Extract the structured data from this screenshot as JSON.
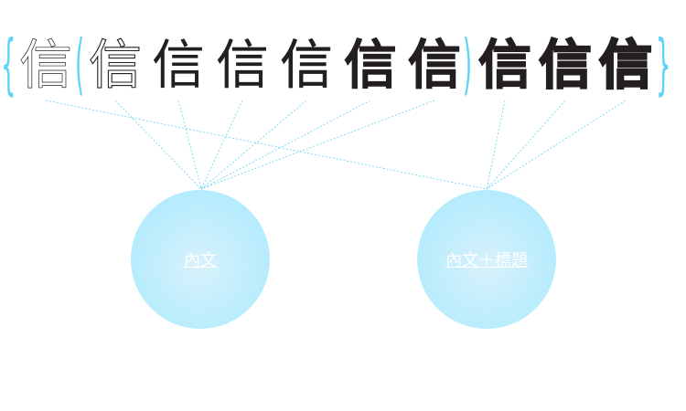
{
  "glyph": "信",
  "weights": [
    100,
    200,
    300,
    400,
    500,
    600,
    700,
    800,
    900,
    900
  ],
  "braces": {
    "outer_open": "{",
    "inner_open": "(",
    "inner_close": ")",
    "outer_close": "}"
  },
  "groups": [
    {
      "label": "內文"
    },
    {
      "label": "內文＋標題"
    }
  ],
  "colors": {
    "accent": "#5fd3f5",
    "text": "#231f20",
    "circle": "#b5ecfd"
  }
}
